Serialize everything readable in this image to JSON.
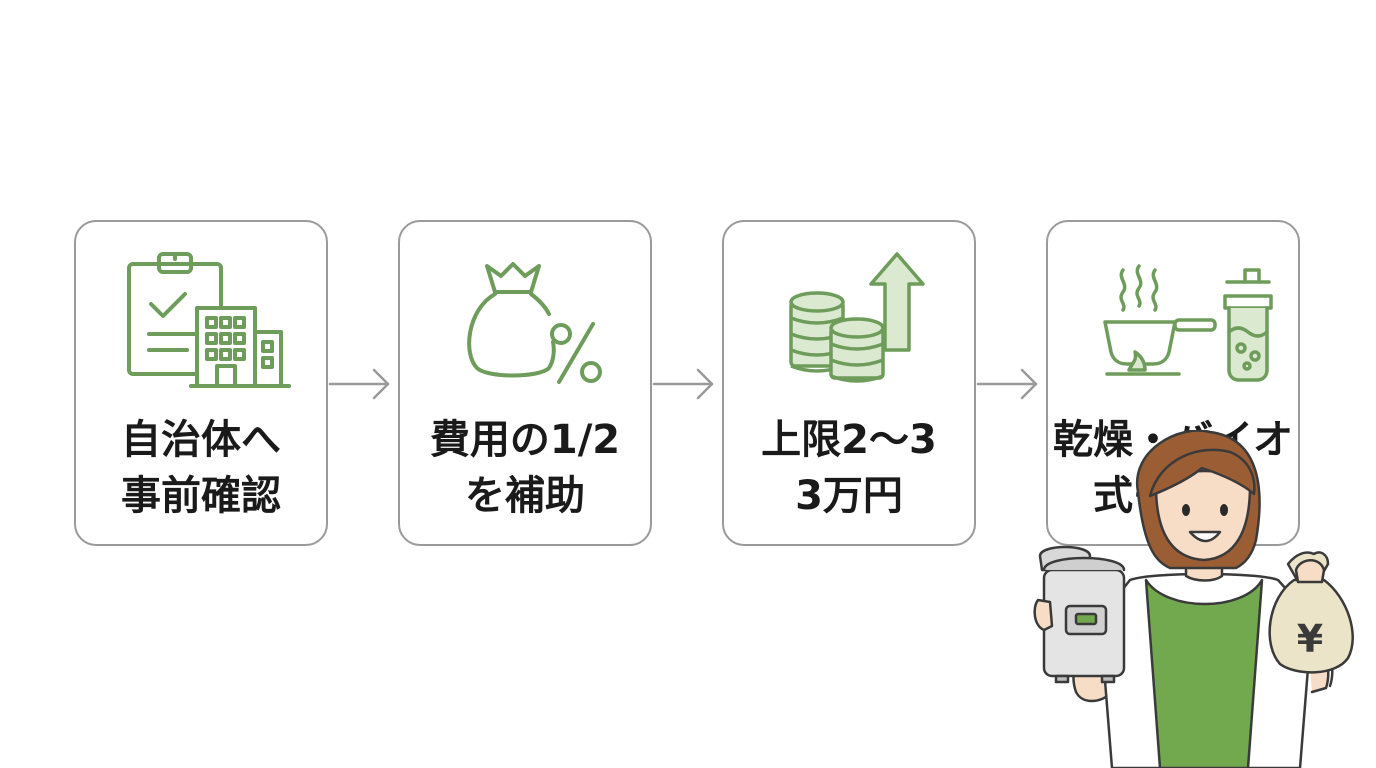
{
  "steps": [
    {
      "icon": "clipboard-building-icon",
      "line1": "自治体へ",
      "line2": "事前確認"
    },
    {
      "icon": "money-bag-percent-icon",
      "line1": "費用の1/2",
      "line2": "を補助"
    },
    {
      "icon": "coins-arrow-up-icon",
      "line1": "上限2〜3",
      "line2": "3万円"
    },
    {
      "icon": "dryer-bio-composter-icon",
      "line1": "乾燥・バイオ",
      "line2": "式も対象"
    }
  ],
  "arrow_icon": "right-arrow-icon",
  "illustration": {
    "icon": "woman-with-composter-and-yen-bag-icon",
    "bag_symbol": "¥"
  },
  "colors": {
    "accent_green": "#6e9c5a",
    "border_gray": "#9a9a9a",
    "text": "#1a1a1a",
    "apron_green": "#72a94f",
    "hair_brown": "#9b5e34"
  }
}
